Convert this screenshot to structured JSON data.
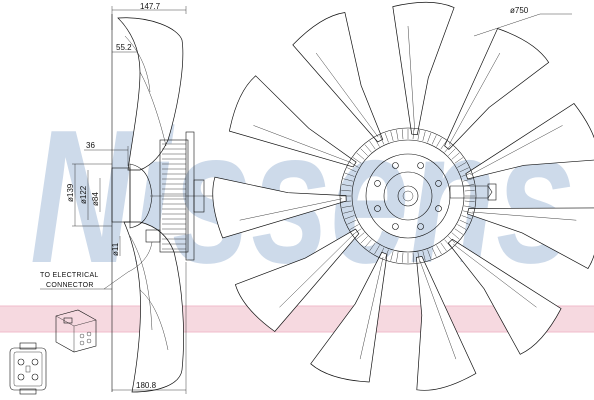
{
  "watermark": {
    "text": "Nissens",
    "mark": "®"
  },
  "dimensions": {
    "width_top": "147.7",
    "width_inner": "55.2",
    "hub_offset": "36",
    "dia_139": "ø139",
    "dia_122": "ø122",
    "dia_84": "ø84",
    "dia_11": "ø11",
    "width_bottom": "180.8",
    "fan_diameter": "ø750"
  },
  "labels": {
    "connector_line1": "TO ELECTRICAL",
    "connector_line2": "CONNECTOR"
  },
  "fan": {
    "blade_count": 11
  },
  "colors": {
    "watermark_blue": "#c9d7e8",
    "band_pink": "#f2c8d2",
    "line": "#111111"
  }
}
